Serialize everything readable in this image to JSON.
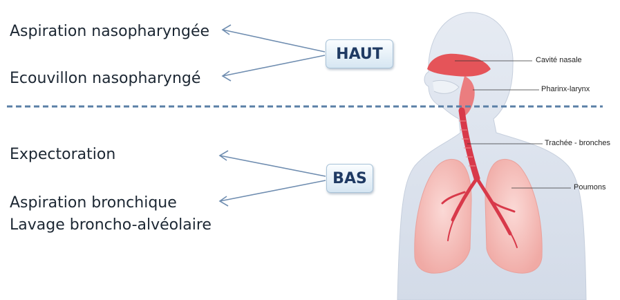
{
  "samples": {
    "haut": [
      "Aspiration nasopharyngée",
      "Ecouvillon nasopharyngé"
    ],
    "bas": [
      "Expectoration",
      "Aspiration bronchique",
      "Lavage broncho-alvéolaire"
    ]
  },
  "levels": {
    "haut": "HAUT",
    "bas": "BAS"
  },
  "organs": {
    "nasal": "Cavité nasale",
    "pharynx": "Pharinx-larynx",
    "trachea": "Trachée - bronches",
    "lungs": "Poumons"
  },
  "colors": {
    "arrow": "#6f8db0",
    "divider": "#5a7fa6",
    "body": "#dfe5ef",
    "airway": "#e5474c",
    "lung": "#f6c6c2"
  }
}
